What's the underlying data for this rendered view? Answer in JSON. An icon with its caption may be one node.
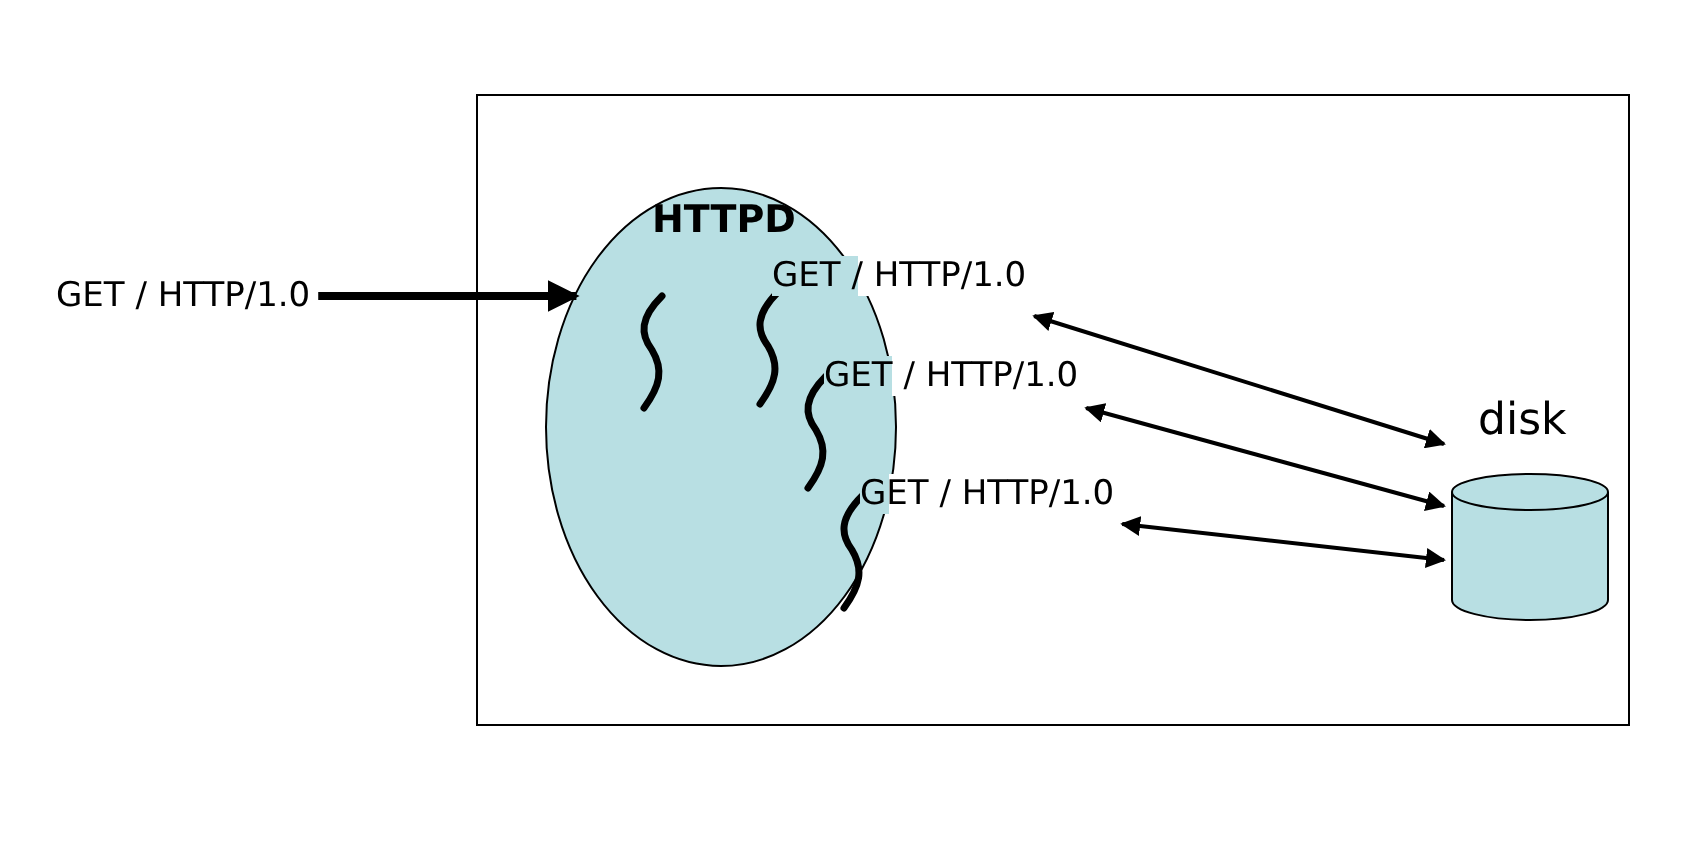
{
  "diagram": {
    "nodes": [
      {
        "text": [],
        "shape": "box"
      },
      {
        "text": [
          "HTTPD"
        ],
        "in": 0
      },
      {
        "text": [
          "GET / HTTP/1.0"
        ]
      },
      {
        "text": [
          "GET / HTTP/1.0"
        ],
        "in": 0
      },
      {
        "text": [
          "GET / HTTP/1.0"
        ],
        "in": 0
      },
      {
        "text": [
          "GET / HTTP/1.0"
        ],
        "in": 0
      },
      {
        "text": [
          "disk"
        ],
        "in": 0
      }
    ],
    "edges": [
      {
        "from": 2,
        "to": 1,
        "arrow": "to",
        "style": "thick"
      },
      {
        "from": 3,
        "to": 6,
        "arrow": "both"
      },
      {
        "from": 4,
        "to": 6,
        "arrow": "both"
      },
      {
        "from": 5,
        "to": 6,
        "arrow": "both"
      }
    ]
  }
}
